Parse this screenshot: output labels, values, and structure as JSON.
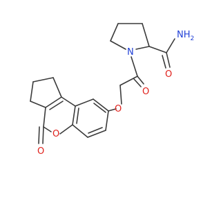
{
  "molecule": {
    "atoms": [
      {
        "id": "nh2",
        "label": "NH",
        "sub": "2",
        "color": "#1f3fd6"
      },
      {
        "id": "n_ring",
        "label": "N",
        "color": "#1f3fd6"
      },
      {
        "id": "o_amide",
        "label": "O",
        "color": "#e0201b"
      },
      {
        "id": "o_acyl",
        "label": "O",
        "color": "#e0201b"
      },
      {
        "id": "o_ether",
        "label": "O",
        "color": "#e0201b"
      },
      {
        "id": "o_lactone",
        "label": "O",
        "color": "#e0201b"
      },
      {
        "id": "o_keto",
        "label": "O",
        "color": "#e0201b"
      }
    ],
    "bond_color": "#3a3a3a"
  }
}
